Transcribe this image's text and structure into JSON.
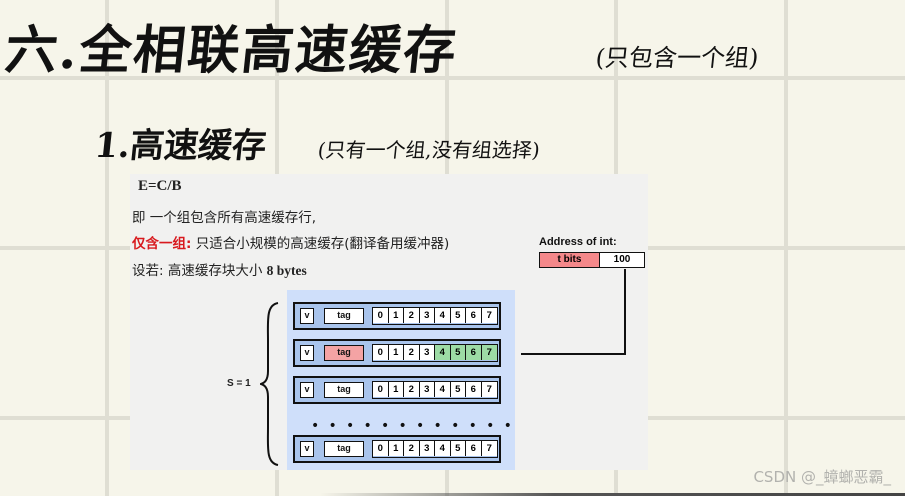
{
  "notes": {
    "heading": "六.全相联高速缓存",
    "heading_note": "(只包含一个组)",
    "subheading": "1.高速缓存",
    "subheading_note": "(只有一个组,没有组选择)"
  },
  "slide": {
    "formula": "E=C/B",
    "line1": "即 一个组包含所有高速缓存行,",
    "line2_highlight": "仅含一组:",
    "line2_rest": " 只适合小规模的高速缓存(翻译备用缓冲器)",
    "line3_prefix": "设若: 高速缓存块大小 ",
    "line3_bold": "8 bytes",
    "address_label": "Address of  int:",
    "address_tag": "t bits",
    "address_offset": "100",
    "set_label": "S = 1",
    "dots": "• • • • • • • • • • • • • • •",
    "lines": [
      {
        "valid": "v",
        "tag": "tag",
        "tag_hit": false,
        "bytes": [
          "0",
          "1",
          "2",
          "3",
          "4",
          "5",
          "6",
          "7"
        ],
        "hit_bytes": []
      },
      {
        "valid": "v",
        "tag": "tag",
        "tag_hit": true,
        "bytes": [
          "0",
          "1",
          "2",
          "3",
          "4",
          "5",
          "6",
          "7"
        ],
        "hit_bytes": [
          4,
          5,
          6,
          7
        ]
      },
      {
        "valid": "v",
        "tag": "tag",
        "tag_hit": false,
        "bytes": [
          "0",
          "1",
          "2",
          "3",
          "4",
          "5",
          "6",
          "7"
        ],
        "hit_bytes": []
      },
      {
        "valid": "v",
        "tag": "tag",
        "tag_hit": false,
        "bytes": [
          "0",
          "1",
          "2",
          "3",
          "4",
          "5",
          "6",
          "7"
        ],
        "hit_bytes": []
      }
    ]
  },
  "colors": {
    "paper": "#f6f5ea",
    "grid": "#dfded3",
    "highlight_red": "#d8191e",
    "tag_hit": "#f4a3a4",
    "byte_hit": "#9ddba5",
    "panel_blue": "#cfdffa",
    "row_blue": "#a9c4ec"
  },
  "watermark": "CSDN @_蟑螂恶霸_"
}
